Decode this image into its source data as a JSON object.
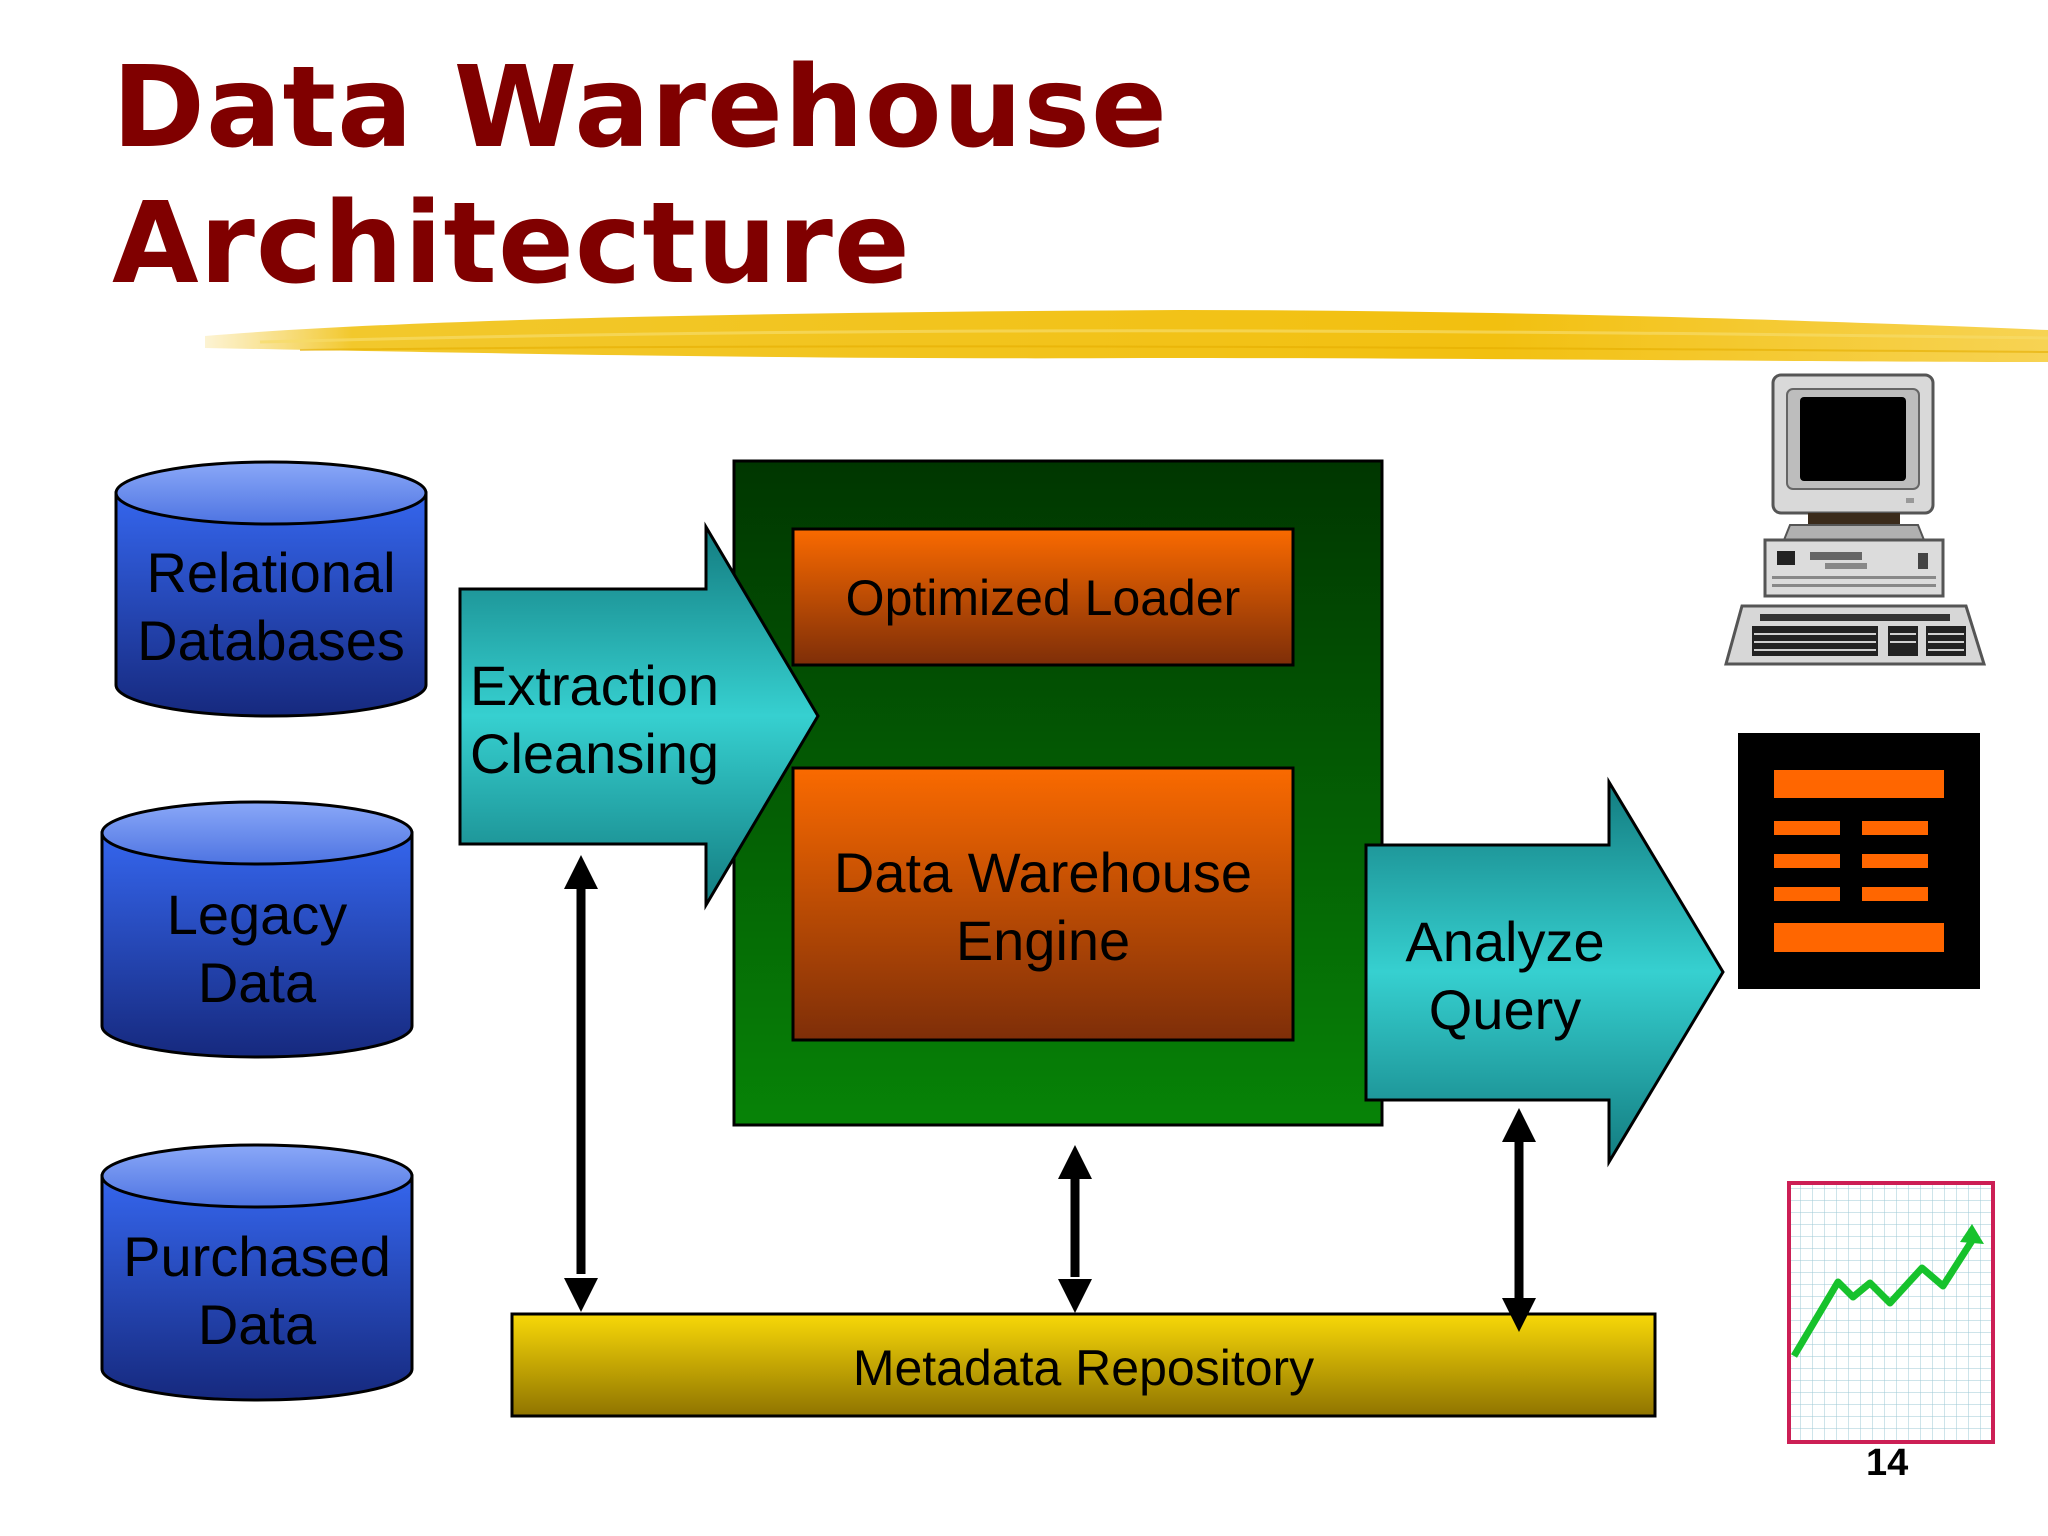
{
  "title": {
    "line1": "Data Warehouse",
    "line2": "Architecture"
  },
  "sources": [
    {
      "line1": "Relational",
      "line2": "Databases"
    },
    {
      "line1": "Legacy",
      "line2": "Data"
    },
    {
      "line1": "Purchased",
      "line2": "Data"
    }
  ],
  "extraction": {
    "line1": "Extraction",
    "line2": "Cleansing"
  },
  "warehouse": {
    "loader": "Optimized Loader",
    "engine_line1": "Data Warehouse",
    "engine_line2": "Engine"
  },
  "analyze": {
    "line1": "Analyze",
    "line2": "Query"
  },
  "metadata": "Metadata Repository",
  "page_number": "14",
  "colors": {
    "title": "#800000",
    "highlight": "#f2c830",
    "cylinder": "#2948cc",
    "arrow": "#2fc8c8",
    "warehouse_box": "#0a6e0a",
    "orange_box": "#f06800",
    "metadata_bar": "#e8c000"
  },
  "icons": [
    "desktop-computer-icon",
    "report-document-icon",
    "growth-chart-icon"
  ]
}
